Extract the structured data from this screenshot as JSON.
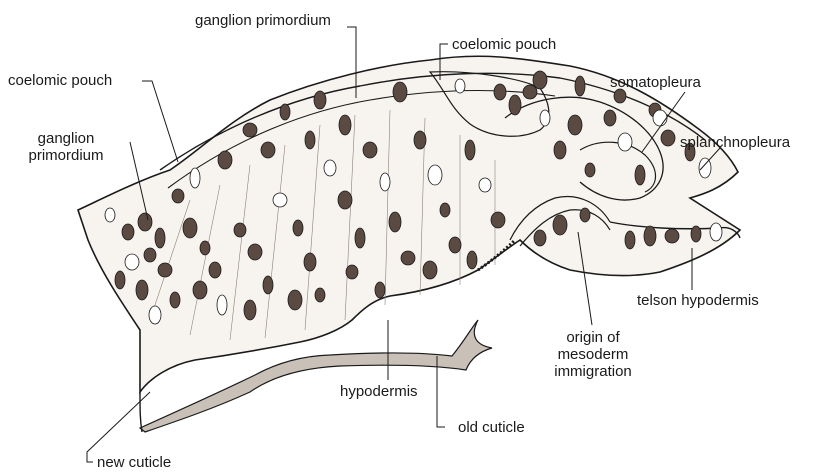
{
  "labels": {
    "ganglion_primordium_top": "ganglion primordium",
    "coelomic_pouch_top": "coelomic pouch",
    "coelomic_pouch_left": "coelomic pouch",
    "ganglion_primordium_left": "ganglion\nprimordium",
    "somatopleura": "somatopleura",
    "splanchnopleura": "splanchnopleura",
    "telson_hypodermis": "telson hypodermis",
    "origin_mesoderm": "origin of\nmesoderm\nimmigration",
    "hypodermis": "hypodermis",
    "old_cuticle": "old cuticle",
    "new_cuticle": "new cuticle"
  },
  "colors": {
    "ink": "#1a1a1a",
    "tissue_fill": "#f7f4ef",
    "nucleus_fill": "#5a4a42",
    "background": "#ffffff"
  }
}
